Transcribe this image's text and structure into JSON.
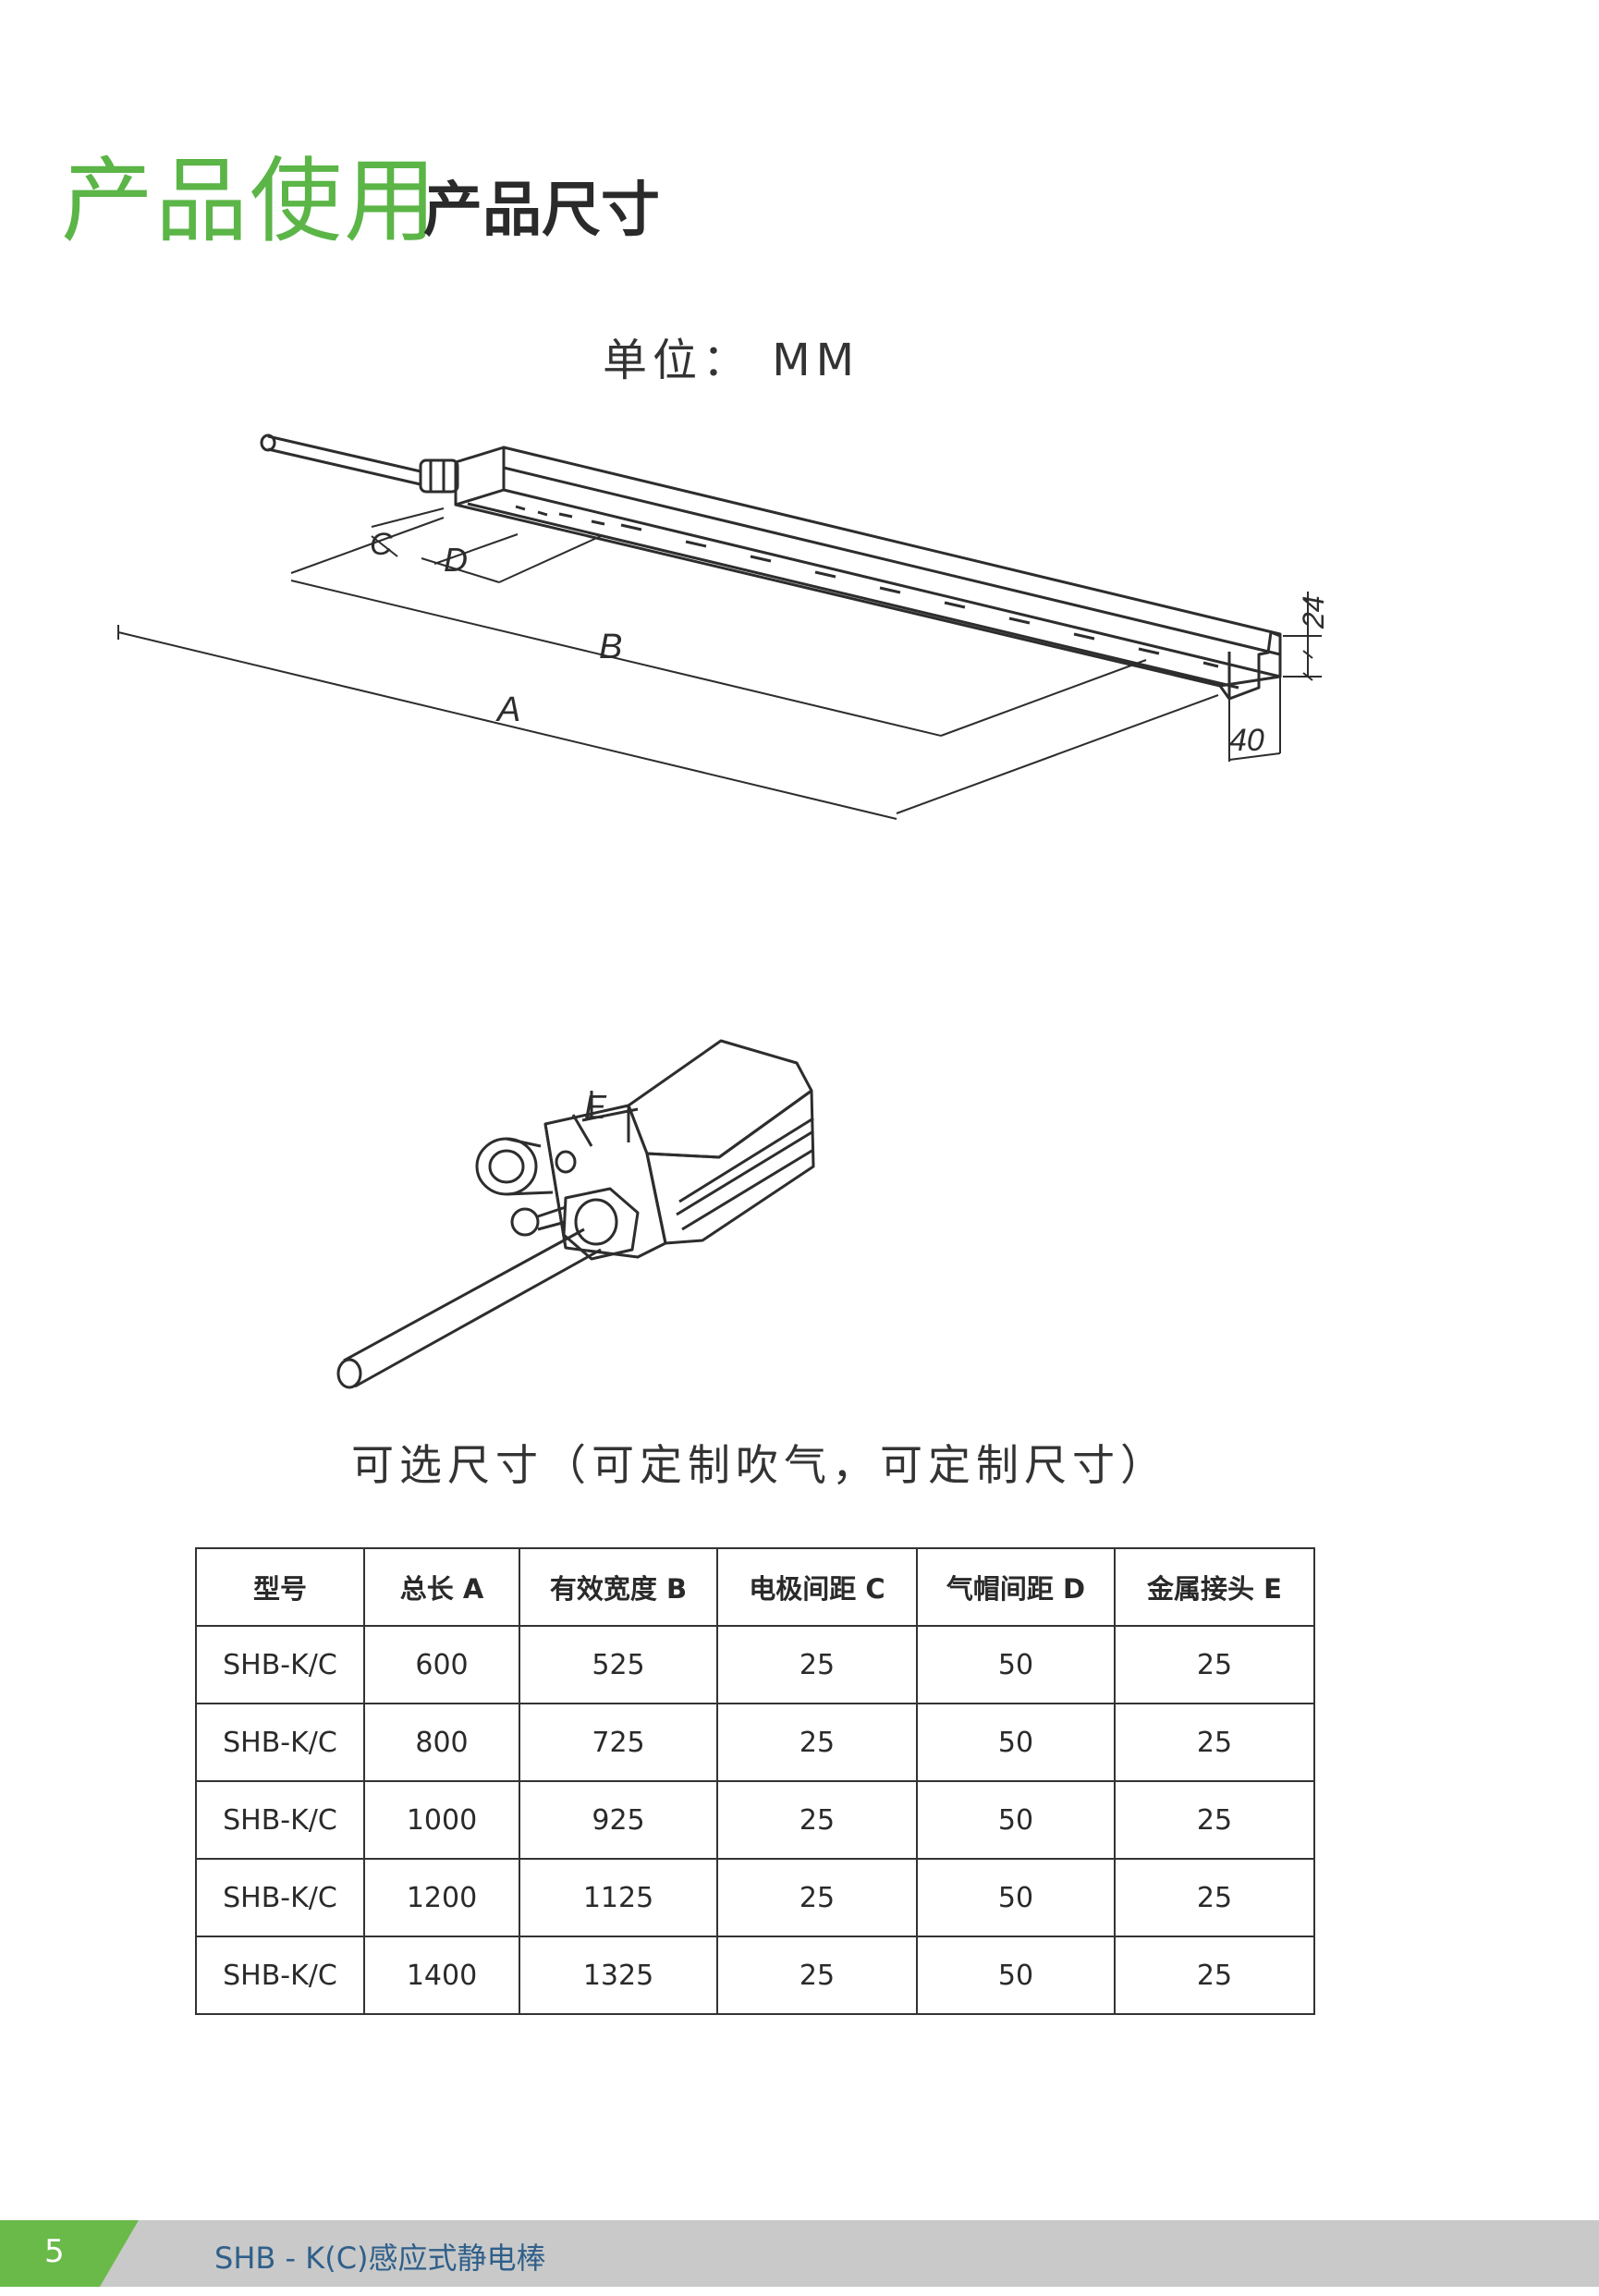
{
  "header": {
    "title": "产品使用",
    "subtitle": "产品尺寸"
  },
  "unit_label": "单位：  MM",
  "diagram1": {
    "dim_labels": {
      "a": "A",
      "b": "B",
      "c": "C",
      "d": "D",
      "height": "24",
      "width": "40"
    }
  },
  "diagram2": {
    "dim_label": "E"
  },
  "optional_label": "可选尺寸（可定制吹气，可定制尺寸）",
  "table": {
    "headers": [
      "型号",
      "总长 A",
      "有效宽度 B",
      "电极间距 C",
      "气帽间距 D",
      "金属接头 E"
    ],
    "rows": [
      [
        "SHB-K/C",
        "600",
        "525",
        "25",
        "50",
        "25"
      ],
      [
        "SHB-K/C",
        "800",
        "725",
        "25",
        "50",
        "25"
      ],
      [
        "SHB-K/C",
        "1000",
        "925",
        "25",
        "50",
        "25"
      ],
      [
        "SHB-K/C",
        "1200",
        "1125",
        "25",
        "50",
        "25"
      ],
      [
        "SHB-K/C",
        "1400",
        "1325",
        "25",
        "50",
        "25"
      ]
    ]
  },
  "footer": {
    "page_number": "5",
    "product_name": "SHB - K(C)感应式静电棒"
  },
  "colors": {
    "brand_green": "#5bb547",
    "footer_gray": "#c9c9c9",
    "footer_text": "#2f5f8a"
  }
}
